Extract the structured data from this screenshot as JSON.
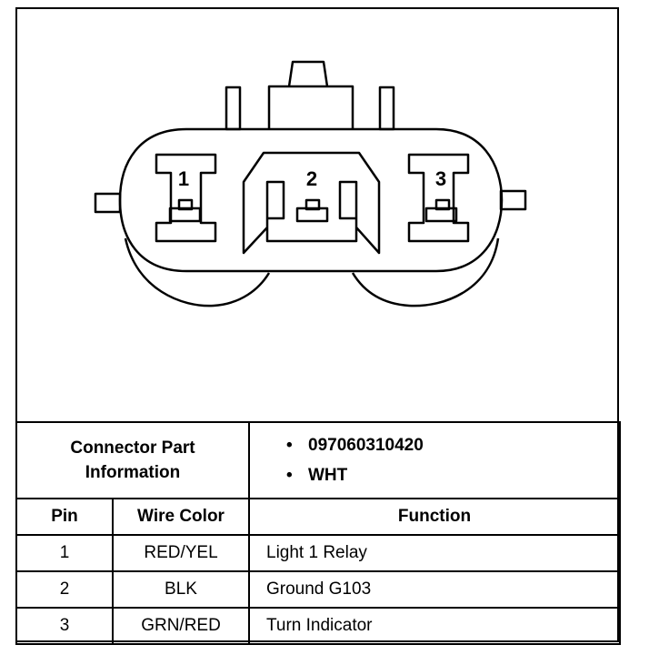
{
  "connector": {
    "pins": [
      "1",
      "2",
      "3"
    ]
  },
  "part_info": {
    "label_line1": "Connector Part",
    "label_line2": "Information",
    "items": [
      "097060310420",
      "WHT"
    ]
  },
  "table": {
    "headers": {
      "pin": "Pin",
      "wire_color": "Wire Color",
      "function": "Function"
    },
    "rows": [
      {
        "pin": "1",
        "wire_color": "RED/YEL",
        "function": "Light 1 Relay"
      },
      {
        "pin": "2",
        "wire_color": "BLK",
        "function": "Ground G103"
      },
      {
        "pin": "3",
        "wire_color": "GRN/RED",
        "function": "Turn Indicator"
      }
    ]
  }
}
